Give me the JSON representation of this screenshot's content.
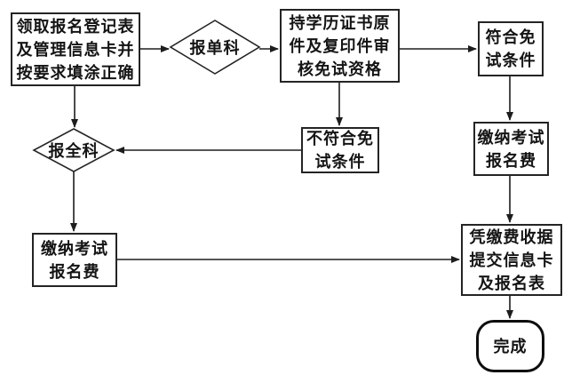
{
  "diagram": {
    "kind": "flowchart",
    "colors": {
      "stroke": "#242424",
      "text": "#141414",
      "background": "#ffffff"
    },
    "nodes": {
      "start": {
        "label": "领取报名登记表\n及管理信息卡并\n按要求填涂正确",
        "shape": "rect"
      },
      "single_subject": {
        "label": "报单科",
        "shape": "diamond"
      },
      "review": {
        "label": "持学历证书原\n件及复印件审\n核免试资格",
        "shape": "rect"
      },
      "qualified": {
        "label": "符合免\n试条件",
        "shape": "rect"
      },
      "not_qualified": {
        "label": "不符合免\n试条件",
        "shape": "rect"
      },
      "all_subjects": {
        "label": "报全科",
        "shape": "diamond"
      },
      "pay_fee_right": {
        "label": "缴纳考试\n报名费",
        "shape": "rect"
      },
      "pay_fee_left": {
        "label": "缴纳考试\n报名费",
        "shape": "rect"
      },
      "submit": {
        "label": "凭缴费收据\n提交信息卡\n及报名表",
        "shape": "rect"
      },
      "done": {
        "label": "完成",
        "shape": "terminator"
      }
    },
    "edges": [
      {
        "from": "start",
        "to": "single_subject"
      },
      {
        "from": "single_subject",
        "to": "review"
      },
      {
        "from": "review",
        "to": "qualified"
      },
      {
        "from": "review",
        "to": "not_qualified"
      },
      {
        "from": "not_qualified",
        "to": "all_subjects"
      },
      {
        "from": "start",
        "to": "all_subjects"
      },
      {
        "from": "all_subjects",
        "to": "pay_fee_left"
      },
      {
        "from": "qualified",
        "to": "pay_fee_right"
      },
      {
        "from": "pay_fee_right",
        "to": "submit"
      },
      {
        "from": "pay_fee_left",
        "to": "submit"
      },
      {
        "from": "submit",
        "to": "done"
      }
    ]
  }
}
